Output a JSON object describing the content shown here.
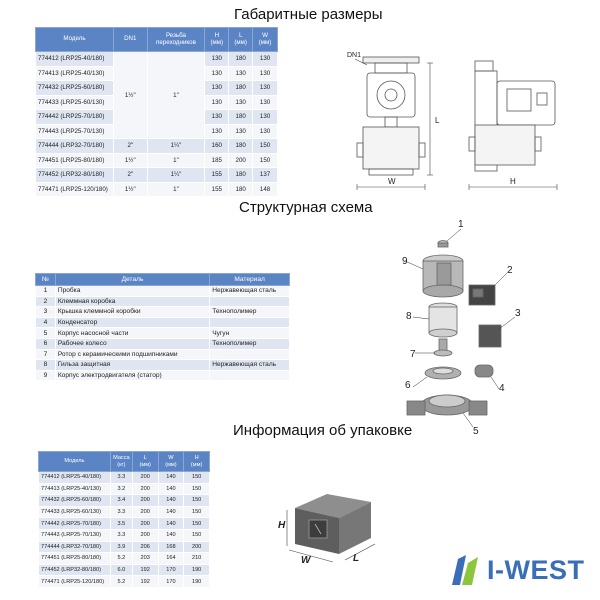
{
  "titles": {
    "dimensions": "Габаритные размеры",
    "scheme": "Структурная схема",
    "packaging": "Информация об упаковке"
  },
  "dims_table": {
    "headers": {
      "model": "Модель",
      "dn1": "DN1",
      "thread": "Резьба переходников",
      "h": "H",
      "l": "L",
      "w": "W",
      "unit": "(мм)"
    },
    "group_a": {
      "dn1": "1½\"",
      "thread": "1\""
    },
    "rows_a": [
      {
        "model": "774412 (LRP25-40/180)",
        "h": "130",
        "l": "180",
        "w": "130"
      },
      {
        "model": "774413 (LRP25-40/130)",
        "h": "130",
        "l": "130",
        "w": "130"
      },
      {
        "model": "774432 (LRP25-60/180)",
        "h": "130",
        "l": "180",
        "w": "130"
      },
      {
        "model": "774433 (LRP25-60/130)",
        "h": "130",
        "l": "130",
        "w": "130"
      },
      {
        "model": "774442 (LRP25-70/180)",
        "h": "130",
        "l": "180",
        "w": "130"
      },
      {
        "model": "774443 (LRP25-70/130)",
        "h": "130",
        "l": "130",
        "w": "130"
      }
    ],
    "rows_b": [
      {
        "model": "774444 (LRP32-70/180)",
        "dn1": "2\"",
        "thread": "1¼\"",
        "h": "160",
        "l": "180",
        "w": "150"
      },
      {
        "model": "774451 (LRP25-80/180)",
        "dn1": "1½\"",
        "thread": "1\"",
        "h": "185",
        "l": "200",
        "w": "150"
      },
      {
        "model": "774452 (LRP32-80/180)",
        "dn1": "2\"",
        "thread": "1¼\"",
        "h": "155",
        "l": "180",
        "w": "137"
      },
      {
        "model": "774471 (LRP25-120/180)",
        "dn1": "1½\"",
        "thread": "1\"",
        "h": "155",
        "l": "180",
        "w": "148"
      }
    ]
  },
  "drawing_labels": {
    "dn1": "DN1",
    "l": "L",
    "w": "W",
    "h": "H"
  },
  "parts_table": {
    "headers": {
      "num": "№",
      "part": "Деталь",
      "material": "Материал"
    },
    "rows": [
      {
        "num": "1",
        "part": "Пробка",
        "material": "Нержавеющая сталь"
      },
      {
        "num": "2",
        "part": "Клеммная коробка",
        "material": ""
      },
      {
        "num": "3",
        "part": "Крышка клеммной коробки",
        "material": "Технополимер"
      },
      {
        "num": "4",
        "part": "Конденсатор",
        "material": ""
      },
      {
        "num": "5",
        "part": "Корпус насосной части",
        "material": "Чугун"
      },
      {
        "num": "6",
        "part": "Рабочее колесо",
        "material": "Технополимер"
      },
      {
        "num": "7",
        "part": "Ротор с керамическими подшипниками",
        "material": ""
      },
      {
        "num": "8",
        "part": "Гильза защитная",
        "material": "Нержавеющая сталь"
      },
      {
        "num": "9",
        "part": "Корпус электродвигателя (статор)",
        "material": ""
      }
    ]
  },
  "callouts": [
    "1",
    "2",
    "3",
    "4",
    "5",
    "6",
    "7",
    "8",
    "9"
  ],
  "pack_table": {
    "headers": {
      "model": "Модель",
      "mass": "Масса",
      "mass_unit": "(кг)",
      "l": "L",
      "w": "W",
      "h": "H",
      "unit": "(мм)"
    },
    "rows": [
      {
        "model": "774412 (LRP25-40/180)",
        "mass": "3.3",
        "l": "200",
        "w": "140",
        "h": "150"
      },
      {
        "model": "774413 (LRP25-40/130)",
        "mass": "3.2",
        "l": "200",
        "w": "140",
        "h": "150"
      },
      {
        "model": "774432 (LRP25-60/180)",
        "mass": "3.4",
        "l": "200",
        "w": "140",
        "h": "150"
      },
      {
        "model": "774433 (LRP25-60/130)",
        "mass": "3.3",
        "l": "200",
        "w": "140",
        "h": "150"
      },
      {
        "model": "774442 (LRP25-70/180)",
        "mass": "3.5",
        "l": "200",
        "w": "140",
        "h": "150"
      },
      {
        "model": "774443 (LRP25-70/130)",
        "mass": "3.3",
        "l": "200",
        "w": "140",
        "h": "150"
      },
      {
        "model": "774444 (LRP32-70/180)",
        "mass": "3.9",
        "l": "206",
        "w": "168",
        "h": "200"
      },
      {
        "model": "774451 (LRP25-80/180)",
        "mass": "5.2",
        "l": "203",
        "w": "164",
        "h": "210"
      },
      {
        "model": "774452 (LRP32-80/180)",
        "mass": "6.0",
        "l": "192",
        "w": "170",
        "h": "190"
      },
      {
        "model": "774471 (LRP25-120/180)",
        "mass": "5.2",
        "l": "192",
        "w": "170",
        "h": "190"
      }
    ]
  },
  "box_labels": {
    "h": "H",
    "w": "W",
    "l": "L"
  },
  "brand": {
    "name": "I-WEST",
    "color": "#3a6fb8",
    "accent": "#8cc63f"
  },
  "colors": {
    "header": "#5b84c4",
    "row_odd": "#dfe6f1",
    "row_even": "#f4f6fa"
  }
}
